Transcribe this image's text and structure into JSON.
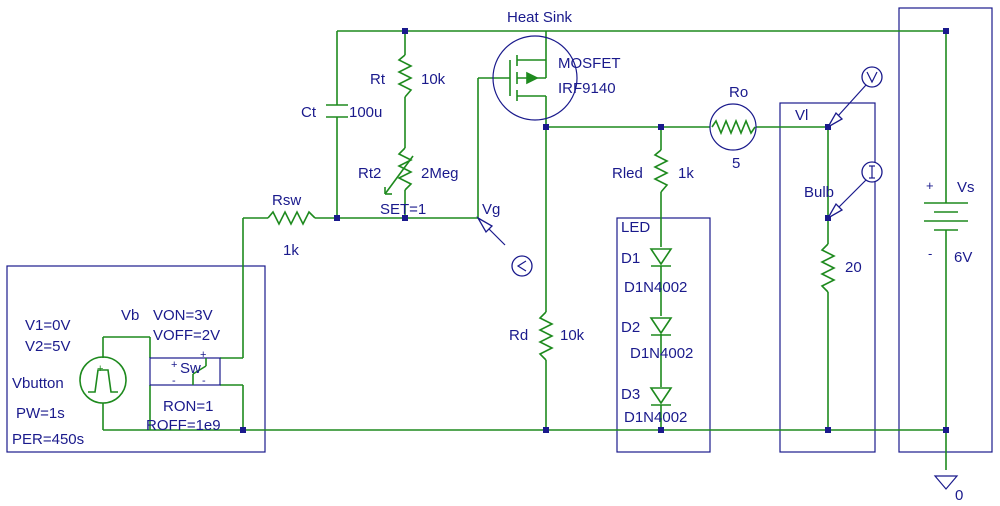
{
  "labels": {
    "heat_sink": "Heat Sink",
    "mosfet_type": "MOSFET",
    "mosfet_part": "IRF9140",
    "ro_name": "Ro",
    "ro_value": "5",
    "vl": "Vl",
    "rt_name": "Rt",
    "rt_value": "10k",
    "ct_name": "Ct",
    "ct_value": "100u",
    "rt2_name": "Rt2",
    "rt2_value": "2Meg",
    "rt2_set": "SET=1",
    "rsw_name": "Rsw",
    "rsw_value": "1k",
    "vg": "Vg",
    "rled_name": "Rled",
    "rled_value": "1k",
    "led": "LED",
    "d1_name": "D1",
    "d1_part": "D1N4002",
    "d2_name": "D2",
    "d2_part": "D1N4002",
    "d3_name": "D3",
    "d3_part": "D1N4002",
    "rd_name": "Rd",
    "rd_value": "10k",
    "bulb_name": "Bulb",
    "bulb_value": "20",
    "vs_name": "Vs",
    "vs_value": "6V",
    "vs_plus": "+",
    "vs_minus": "-",
    "ground": "0",
    "probe_v": "V",
    "probe_i": "I",
    "vb": "Vb",
    "v1": "V1=0V",
    "v2": "V2=5V",
    "vbutton": "Vbutton",
    "pw": "PW=1s",
    "per": "PER=450s",
    "von": "VON=3V",
    "voff": "VOFF=2V",
    "sw": "Sw",
    "ron": "RON=1",
    "roff": "ROFF=1e9",
    "pin_plus": "+",
    "pin_minus": "-"
  },
  "colors": {
    "wire": "#1e8a1e",
    "label": "#1a1a8c"
  }
}
